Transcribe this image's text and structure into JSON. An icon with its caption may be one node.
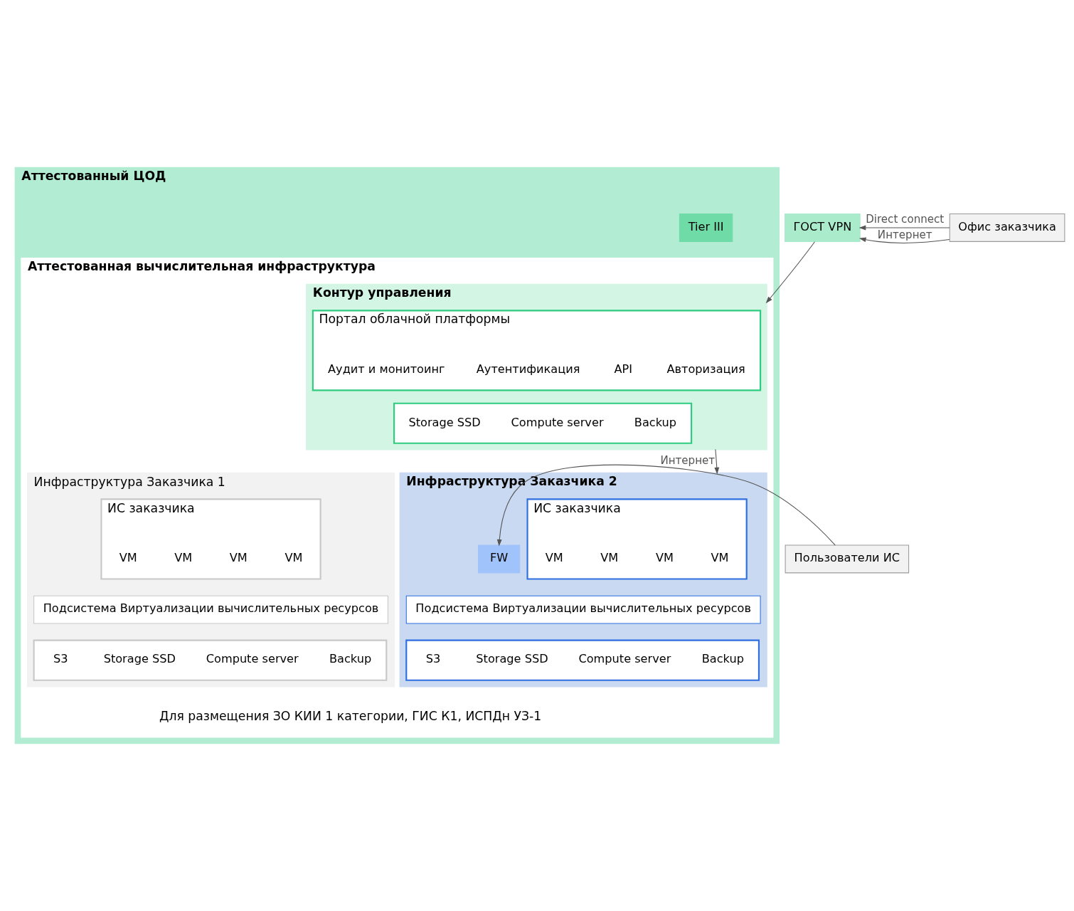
{
  "diagram": {
    "nodes": [
      {
        "text": [
          "Аттестованный ЦОД"
        ]
      },
      {
        "text": [
          "Tier III"
        ],
        "in": 0
      },
      {
        "text": [
          "Аттестованная вычислительная инфраструктура"
        ],
        "in": 0
      },
      {
        "text": [
          "Контур управления"
        ],
        "in": 2
      },
      {
        "text": [
          "Портал облачной платформы"
        ],
        "in": 3
      },
      {
        "text": [
          "Авторизация"
        ],
        "in": 4
      },
      {
        "text": [
          "API"
        ],
        "in": 4
      },
      {
        "text": [
          "Аутентификация"
        ],
        "in": 4
      },
      {
        "text": [
          "Аудит и монитоинг"
        ],
        "in": 4
      },
      {
        "text": [],
        "shape": "box",
        "in": 3
      },
      {
        "text": [
          "Backup"
        ],
        "in": 9
      },
      {
        "text": [
          "Compute server"
        ],
        "in": 9
      },
      {
        "text": [
          "Storage SSD"
        ],
        "in": 9
      },
      {
        "text": [
          "Инфраструктура Заказчика 1"
        ],
        "in": 2
      },
      {
        "text": [
          "ИС заказчика"
        ],
        "in": 13
      },
      {
        "text": [
          "VM"
        ],
        "in": 14
      },
      {
        "text": [
          "VM"
        ],
        "in": 14
      },
      {
        "text": [
          "VM"
        ],
        "in": 14
      },
      {
        "text": [
          "VM"
        ],
        "in": 14
      },
      {
        "text": [
          "Подсистема Виртуализации вычислительных ресурсов"
        ],
        "in": 13
      },
      {
        "text": [],
        "shape": "box",
        "in": 13
      },
      {
        "text": [
          "Backup"
        ],
        "in": 20
      },
      {
        "text": [
          "Compute server"
        ],
        "in": 20
      },
      {
        "text": [
          "Storage SSD"
        ],
        "in": 20
      },
      {
        "text": [
          "S3"
        ],
        "in": 20
      },
      {
        "text": [
          "Инфраструктура Заказчика 2"
        ],
        "in": 2
      },
      {
        "text": [
          "ИС заказчика"
        ],
        "in": 25
      },
      {
        "text": [
          "VM"
        ],
        "in": 26
      },
      {
        "text": [
          "VM"
        ],
        "in": 26
      },
      {
        "text": [
          "VM"
        ],
        "in": 26
      },
      {
        "text": [
          "VM"
        ],
        "in": 26
      },
      {
        "text": [
          "FW"
        ],
        "in": 25
      },
      {
        "text": [
          "Подсистема Виртуализации вычислительных ресурсов"
        ],
        "in": 25
      },
      {
        "text": [],
        "shape": "box",
        "in": 25
      },
      {
        "text": [
          "Backup"
        ],
        "in": 33
      },
      {
        "text": [
          "Compute server"
        ],
        "in": 33
      },
      {
        "text": [
          "Storage SSD"
        ],
        "in": 33
      },
      {
        "text": [
          "S3"
        ],
        "in": 33
      },
      {
        "text": [
          "ГОСТ VPN"
        ]
      },
      {
        "text": [
          "Офис заказчика"
        ]
      },
      {
        "text": [
          "Пользователи ИС"
        ]
      }
    ],
    "edges": [
      {
        "from": 39,
        "to": 38,
        "arrow": "to",
        "label": "Direct connect"
      },
      {
        "from": 39,
        "to": 38,
        "arrow": "to",
        "label": "Интернет"
      },
      {
        "from": 38,
        "to": 3,
        "arrow": "to"
      },
      {
        "from": 3,
        "to": 25,
        "arrow": "to"
      },
      {
        "from": 40,
        "to": 31,
        "arrow": "to",
        "label": "Интернет"
      }
    ],
    "labels": [
      "Для размещения ЗО КИИ 1 категории, ГИС К1, ИСПДн УЗ-1"
    ]
  }
}
